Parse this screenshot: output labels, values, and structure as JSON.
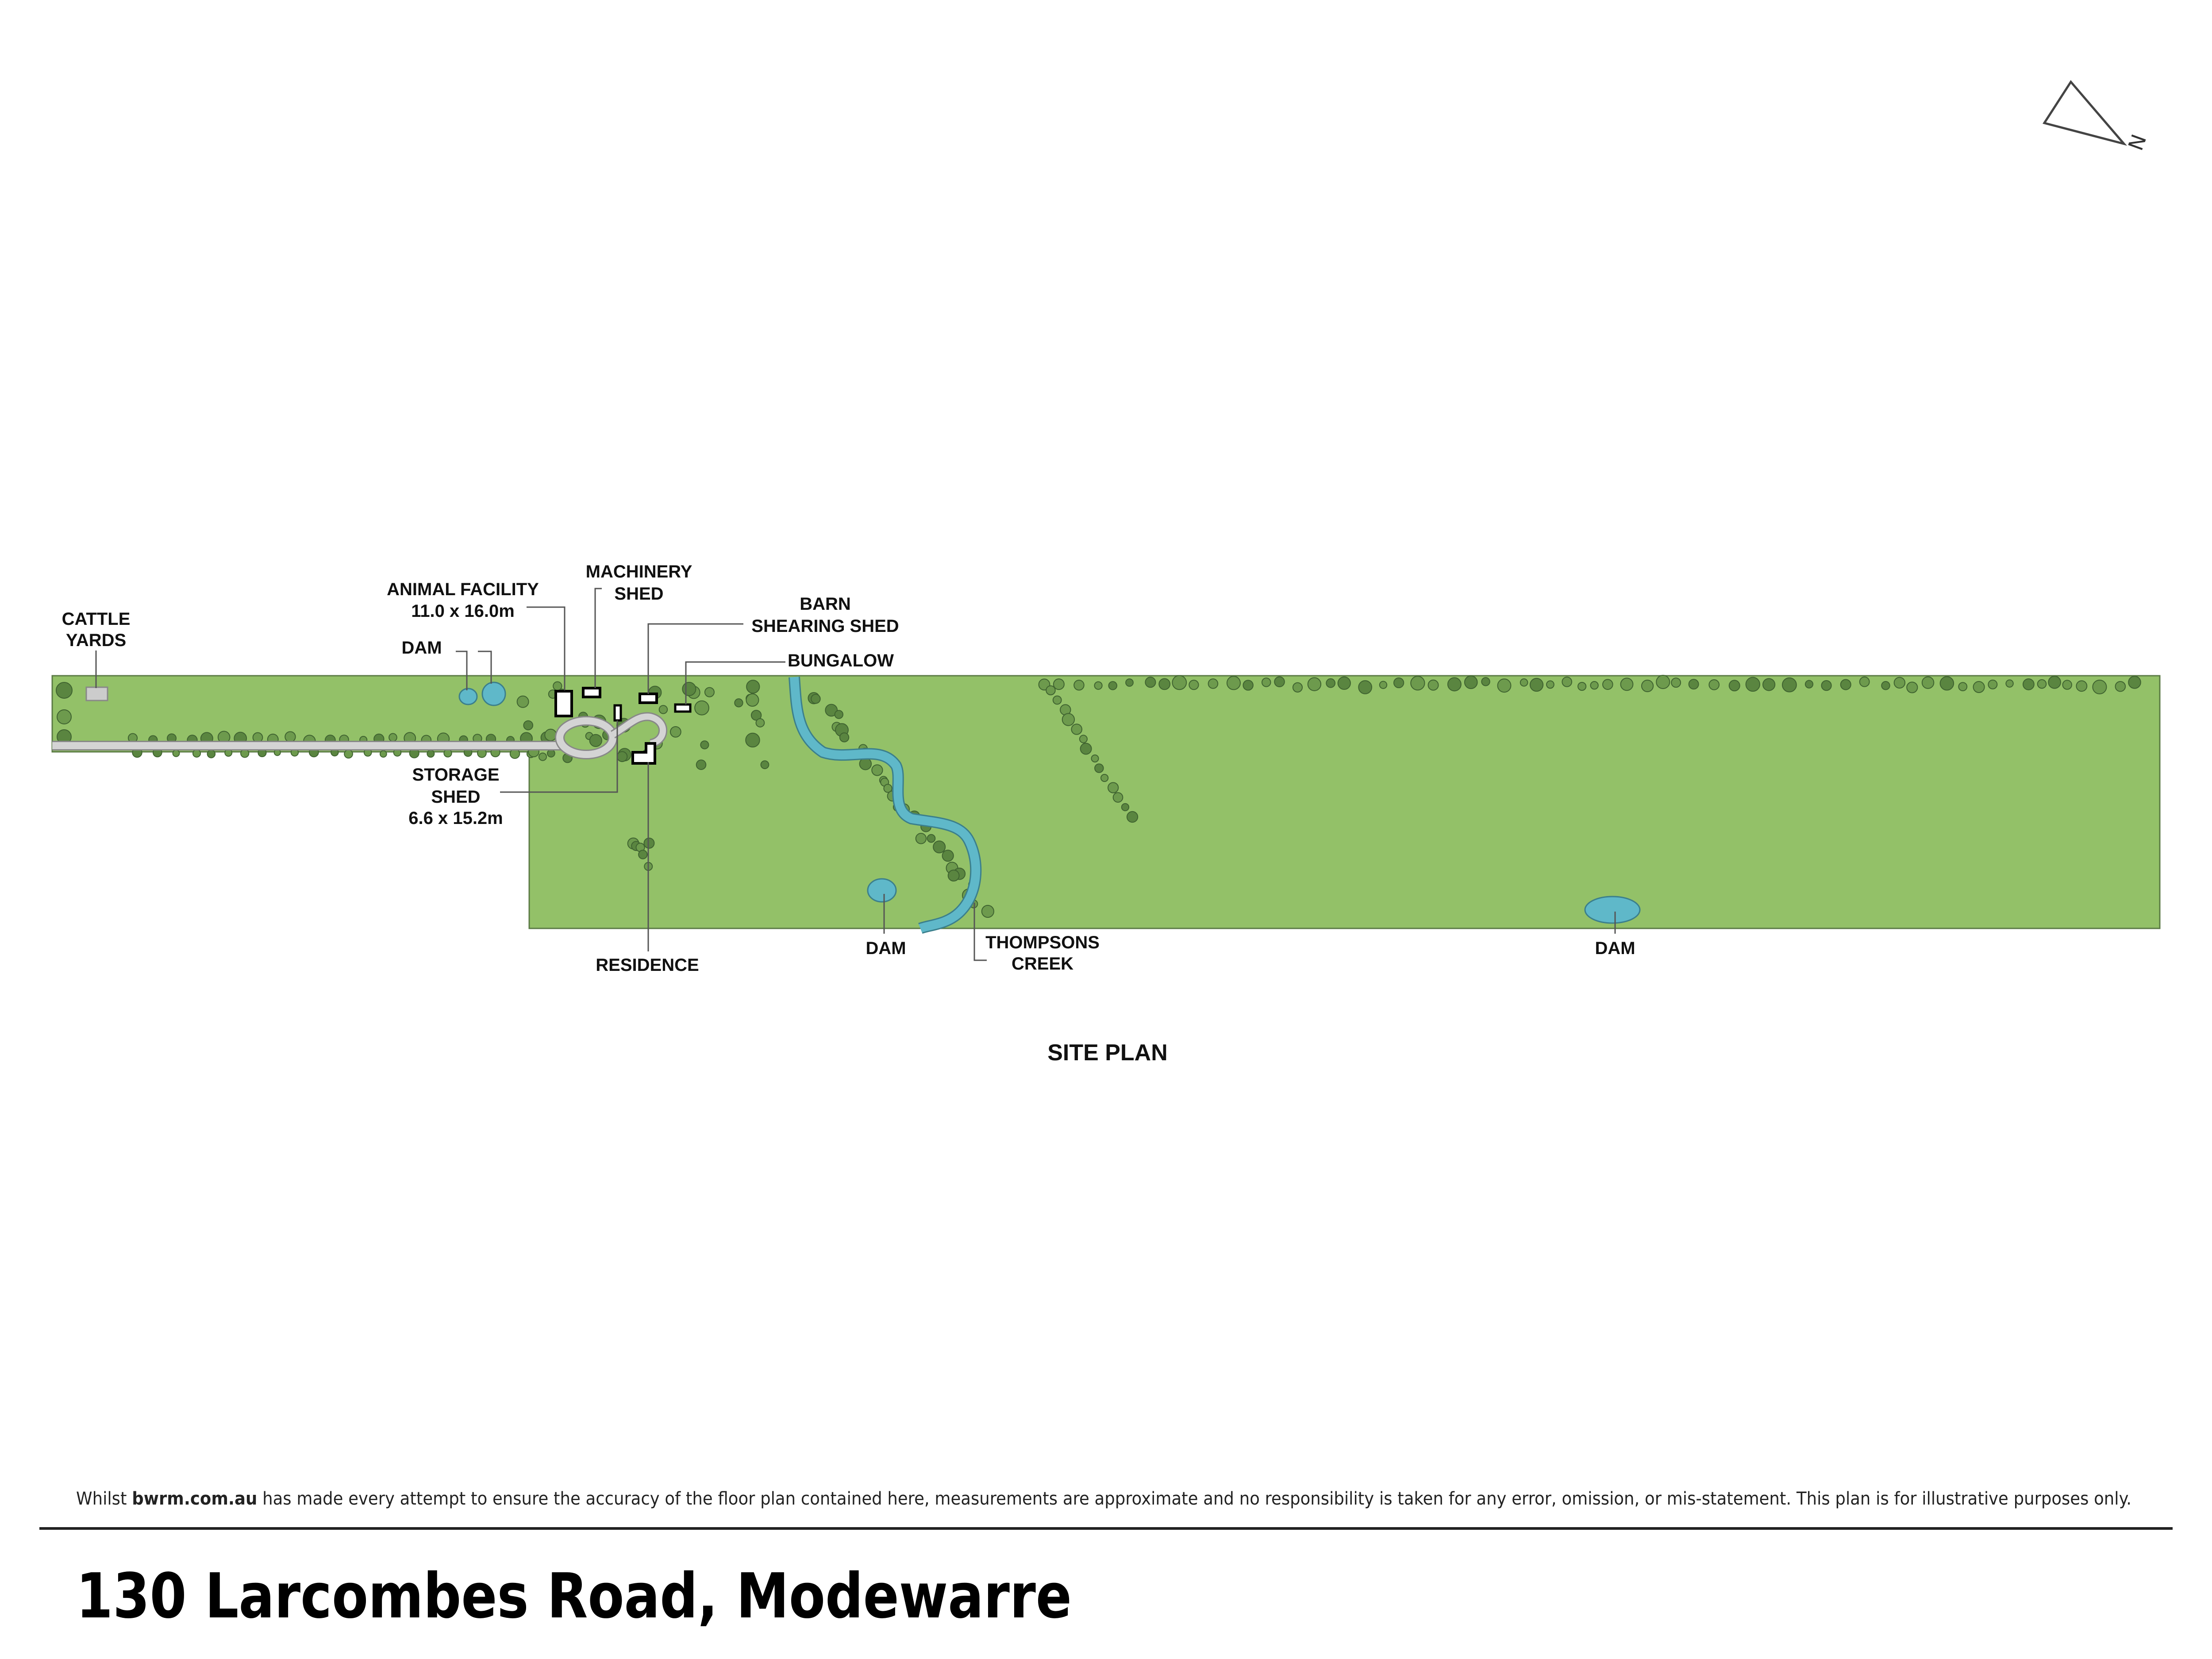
{
  "plan": {
    "heading": "SITE PLAN",
    "labels": {
      "cattle_yards": [
        "CATTLE",
        "YARDS"
      ],
      "animal_facility": [
        "ANIMAL FACILITY",
        "11.0 x 16.0m"
      ],
      "machinery_shed": [
        "MACHINERY",
        "SHED"
      ],
      "barn": [
        "BARN",
        "SHEARING SHED"
      ],
      "bungalow": "BUNGALOW",
      "dam_north": "DAM",
      "storage_shed": [
        "STORAGE",
        "SHED",
        "6.6 x 15.2m"
      ],
      "residence": "RESIDENCE",
      "dam_middle": "DAM",
      "creek": [
        "THOMPSONS",
        "CREEK"
      ],
      "dam_east": "DAM"
    },
    "colors": {
      "grass": "#93c168",
      "water": "#5fb8c9",
      "tree": "#4e7a37",
      "road": "#d4d4d4"
    },
    "north_arrow_label": "N"
  },
  "footer": {
    "disclaimer_pre": "Whilst ",
    "disclaimer_brand": "bwrm.com.au",
    "disclaimer_post": " has made every attempt to ensure the accuracy of the floor plan contained here, measurements are approximate and no responsibility is taken for any error, omission, or mis-statement. This plan is for illustrative purposes only.",
    "address": "130 Larcombes Road, Modewarre"
  }
}
